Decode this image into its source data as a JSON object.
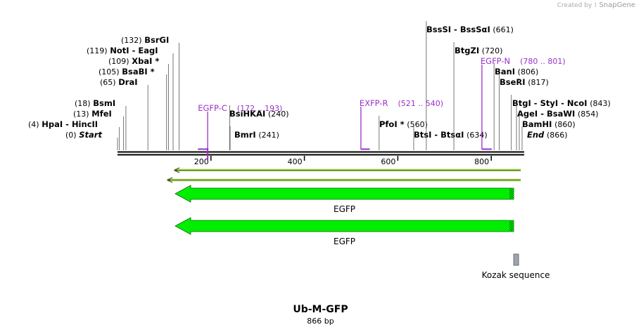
{
  "credit": {
    "prefix": "Created by",
    "brand": "SnapGene"
  },
  "map": {
    "title": "Ub-M-GFP",
    "length_label": "866 bp",
    "length": 866,
    "colors": {
      "primer": "#9b30c8",
      "feature": "#00ee00",
      "feature_outline": "#006600",
      "kozak": "#a0a4ae"
    },
    "ticks": [
      {
        "pos": 200,
        "label": "200"
      },
      {
        "pos": 400,
        "label": "400"
      },
      {
        "pos": 600,
        "label": "600"
      },
      {
        "pos": 800,
        "label": "800"
      }
    ],
    "sites": [
      {
        "name": "Start",
        "italic": true,
        "pos": 0,
        "label": "(0)"
      },
      {
        "name": "HpaI",
        "name2": "HincII",
        "pos": 4,
        "label": "(4)"
      },
      {
        "name": "MfeI",
        "pos": 13,
        "label": "(13)"
      },
      {
        "name": "BsmI",
        "pos": 18,
        "label": "(18)"
      },
      {
        "name": "DraI",
        "pos": 65,
        "label": "(65)"
      },
      {
        "name": "BsaBI *",
        "pos": 105,
        "label": "(105)"
      },
      {
        "name": "XbaI *",
        "pos": 109,
        "label": "(109)"
      },
      {
        "name": "NotI",
        "name2": "EagI",
        "pos": 119,
        "label": "(119)"
      },
      {
        "name": "BsrGI",
        "pos": 132,
        "label": "(132)"
      },
      {
        "name": "BsiHKAI",
        "pos": 240,
        "label": "(240)"
      },
      {
        "name": "BmrI",
        "pos": 241,
        "label": "(241)"
      },
      {
        "name": "PfoI *",
        "pos": 560,
        "label": "(560)"
      },
      {
        "name": "BtsI",
        "name2": "BtsαI",
        "pos": 634,
        "label": "(634)"
      },
      {
        "name": "BssSI",
        "name2": "BssSαI",
        "pos": 661,
        "label": "(661)"
      },
      {
        "name": "BtgZI",
        "pos": 720,
        "label": "(720)"
      },
      {
        "name": "BanI",
        "pos": 806,
        "label": "(806)"
      },
      {
        "name": "BseRI",
        "pos": 817,
        "label": "(817)"
      },
      {
        "name": "BtgI",
        "name2": "StyI",
        "name3": "NcoI",
        "pos": 843,
        "label": "(843)"
      },
      {
        "name": "AgeI",
        "name2": "BsaWI",
        "pos": 854,
        "label": "(854)"
      },
      {
        "name": "BamHI",
        "pos": 860,
        "label": "(860)"
      },
      {
        "name": "End",
        "italic": true,
        "pos": 866,
        "label": "(866)"
      }
    ],
    "primers": [
      {
        "name": "EGFP-C",
        "range": "(172 .. 193)",
        "start": 172,
        "end": 193
      },
      {
        "name": "EXFP-R",
        "range": "(521 .. 540)",
        "start": 521,
        "end": 540
      },
      {
        "name": "EGFP-N",
        "range": "(780 .. 801)",
        "start": 780,
        "end": 801
      }
    ],
    "orfs": [
      {
        "start": 125,
        "end": 866,
        "direction": "reverse"
      },
      {
        "start": 110,
        "end": 866,
        "direction": "reverse"
      }
    ],
    "features": [
      {
        "name": "EGFP",
        "start": 125,
        "end": 845,
        "direction": "reverse"
      },
      {
        "name": "EGFP",
        "start": 125,
        "end": 845,
        "direction": "reverse"
      },
      {
        "name": "Kozak sequence",
        "start": 845,
        "end": 855
      }
    ]
  }
}
